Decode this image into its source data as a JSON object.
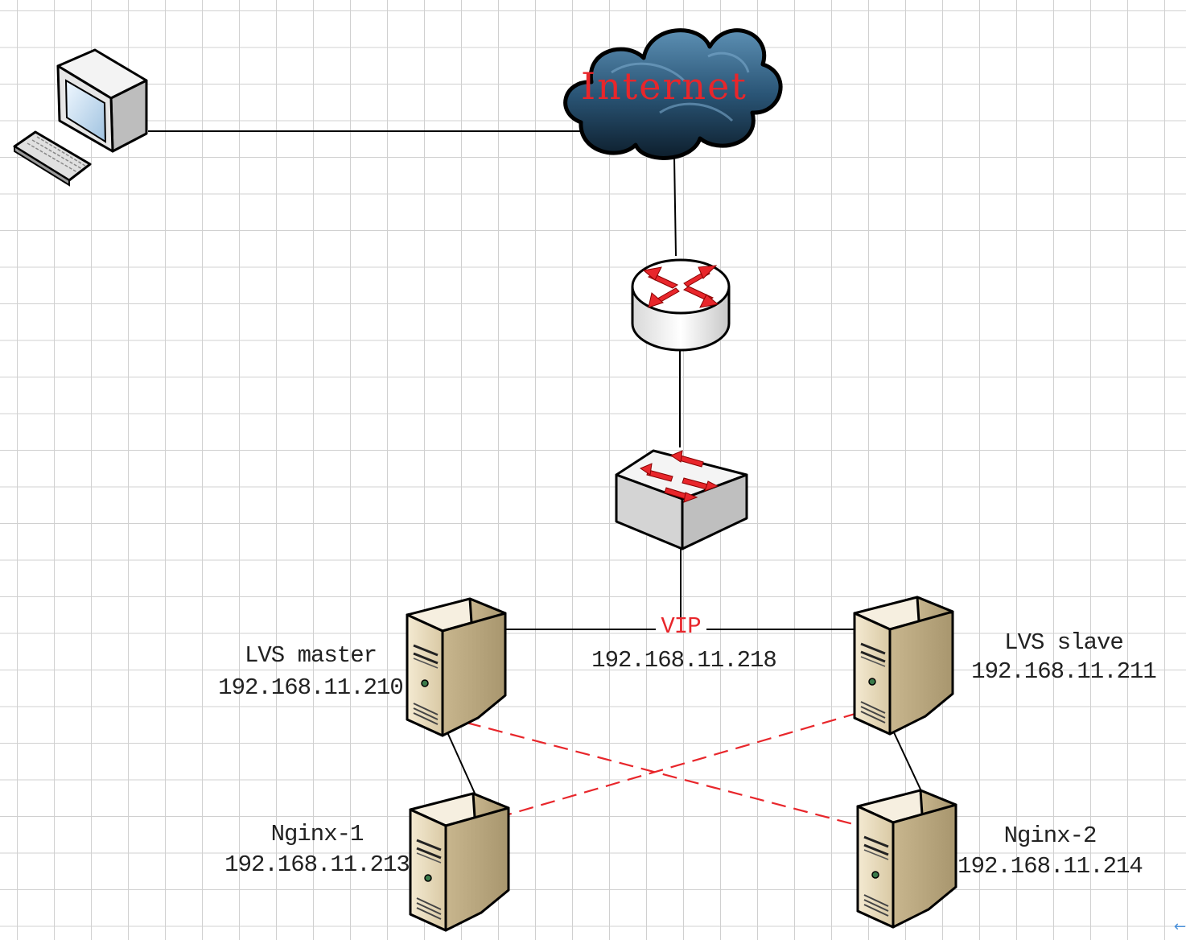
{
  "internet_label": "Internet",
  "vip": {
    "label": "VIP",
    "ip": "192.168.11.218"
  },
  "lvs_master": {
    "name": "LVS master",
    "ip": "192.168.11.210"
  },
  "lvs_slave": {
    "name": "LVS slave",
    "ip": "192.168.11.211"
  },
  "nginx1": {
    "name": "Nginx-1",
    "ip": "192.168.11.213"
  },
  "nginx2": {
    "name": "Nginx-2",
    "ip": "192.168.11.214"
  },
  "colors": {
    "accent_red": "#e8262b",
    "server_tan": "#e8dcc0",
    "cloud_dark": "#1c3a52"
  }
}
